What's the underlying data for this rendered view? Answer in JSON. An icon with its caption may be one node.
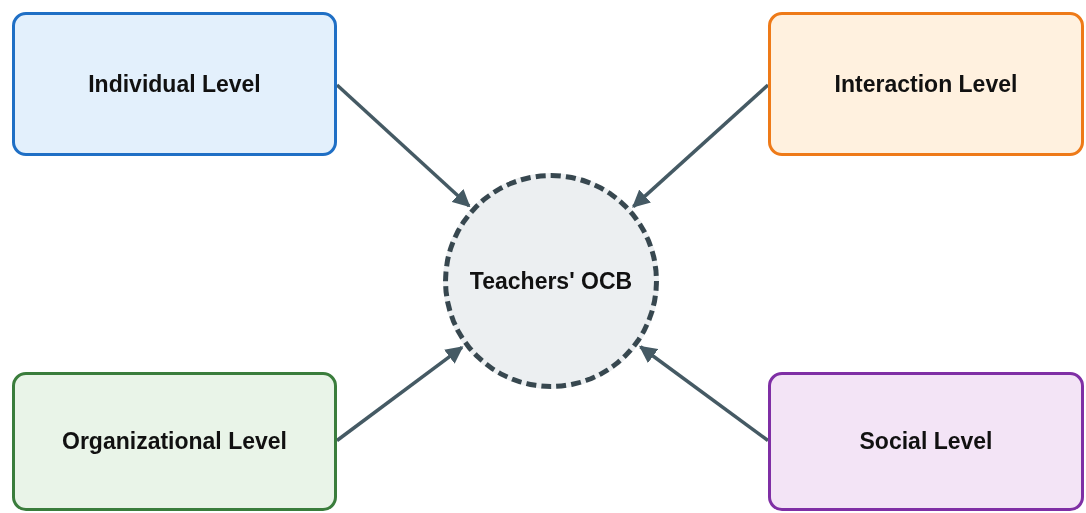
{
  "diagram": {
    "nodes": [
      {
        "text": [
          "Individual Level"
        ]
      },
      {
        "text": [
          "Interaction Level"
        ]
      },
      {
        "text": [
          "Teachers' OCB"
        ]
      },
      {
        "text": [
          "Organizational Level"
        ]
      },
      {
        "text": [
          "Social Level"
        ]
      }
    ],
    "edges": [
      {
        "from": 0,
        "to": 2,
        "arrow": "to"
      },
      {
        "from": 1,
        "to": 2,
        "arrow": "to"
      },
      {
        "from": 3,
        "to": 2,
        "arrow": "to"
      },
      {
        "from": 4,
        "to": 2,
        "arrow": "to"
      }
    ]
  }
}
